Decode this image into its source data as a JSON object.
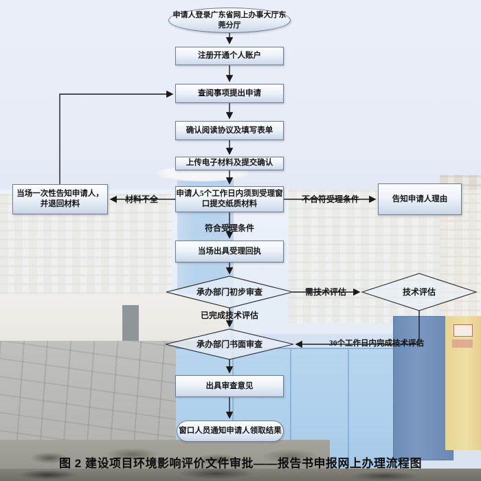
{
  "title": {
    "text": "图 2 建设项目环境影响评价文件审批——报告书申报网上办理流程图"
  },
  "flowchart": {
    "nodes": {
      "start": {
        "lines": [
          "申请人登录广东省网上办事大厅东",
          "莞分厅"
        ]
      },
      "register": {
        "lines": [
          "注册开通个人账户"
        ]
      },
      "apply": {
        "lines": [
          "查阅事项提出申请"
        ]
      },
      "agreement": {
        "lines": [
          "确认阅读协议及填写表单"
        ]
      },
      "upload": {
        "lines": [
          "上传电子材料及提交确认"
        ]
      },
      "paper": {
        "lines": [
          "申请人5个工作日内须到受理窗",
          "口提交纸质材料"
        ]
      },
      "return_materials": {
        "lines": [
          "当场一次性告知申请人，",
          "并退回材料"
        ]
      },
      "inform_reason": {
        "lines": [
          "告知申请人理由"
        ]
      },
      "receipt": {
        "lines": [
          "当场出具受理回执"
        ]
      },
      "preliminary_review": {
        "lines": [
          "承办部门初步审查"
        ]
      },
      "tech_eval": {
        "lines": [
          "技术评估"
        ]
      },
      "written_review": {
        "lines": [
          "承办部门书面审查"
        ]
      },
      "opinion": {
        "lines": [
          "出具审查意见"
        ]
      },
      "finish": {
        "lines": [
          "窗口人员通知申请人领取结果"
        ]
      }
    },
    "edge_labels": {
      "incomplete": "材料不全",
      "not_qualified": "不合符受理条件",
      "qualified": "符合受理条件",
      "need_eval": "需技术评估",
      "eval_done": "已完成技术评估",
      "eval_30days": "30个工作日内完成技术评估"
    }
  },
  "colors": {
    "node_fill_bottom": "#c8d5e8",
    "node_border": "#6f7b8a",
    "connector": "#1a1a1a",
    "sky": "#e8edf7",
    "blue_container": "#aed0ec",
    "yellow_container": "#ecd79b"
  }
}
